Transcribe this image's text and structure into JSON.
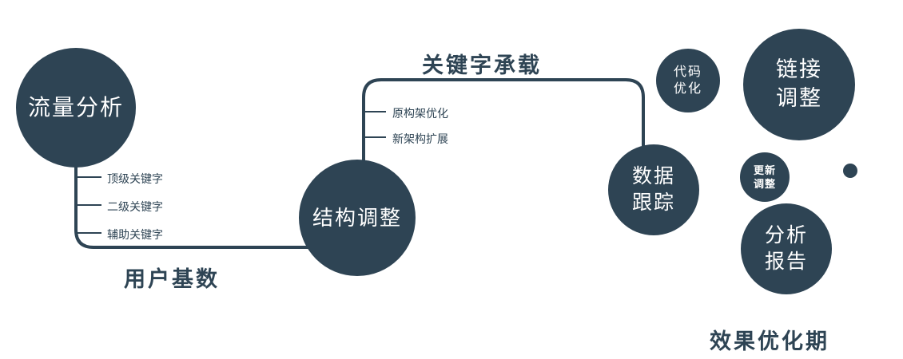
{
  "diagram": {
    "accent_color": "#2e4454",
    "nodes": {
      "traffic": {
        "label": "流量分析"
      },
      "structure": {
        "label": "结构调整"
      },
      "data_tracking": {
        "label": "数据\n跟踪"
      },
      "code_optimization": {
        "label": "代码\n优化"
      },
      "link_adjustment": {
        "label": "链接\n调整"
      },
      "update_adjustment": {
        "label": "更新\n调整"
      },
      "analysis_report": {
        "label": "分析\n报告"
      }
    },
    "edge_labels": {
      "user_base": "用户基数",
      "keyword_bearing": "关键字承载"
    },
    "branch_labels": {
      "traffic": [
        "顶级关键字",
        "二级关键字",
        "辅助关键字"
      ],
      "structure": [
        "原构架优化",
        "新架构扩展"
      ]
    },
    "footer": "效果优化期"
  }
}
